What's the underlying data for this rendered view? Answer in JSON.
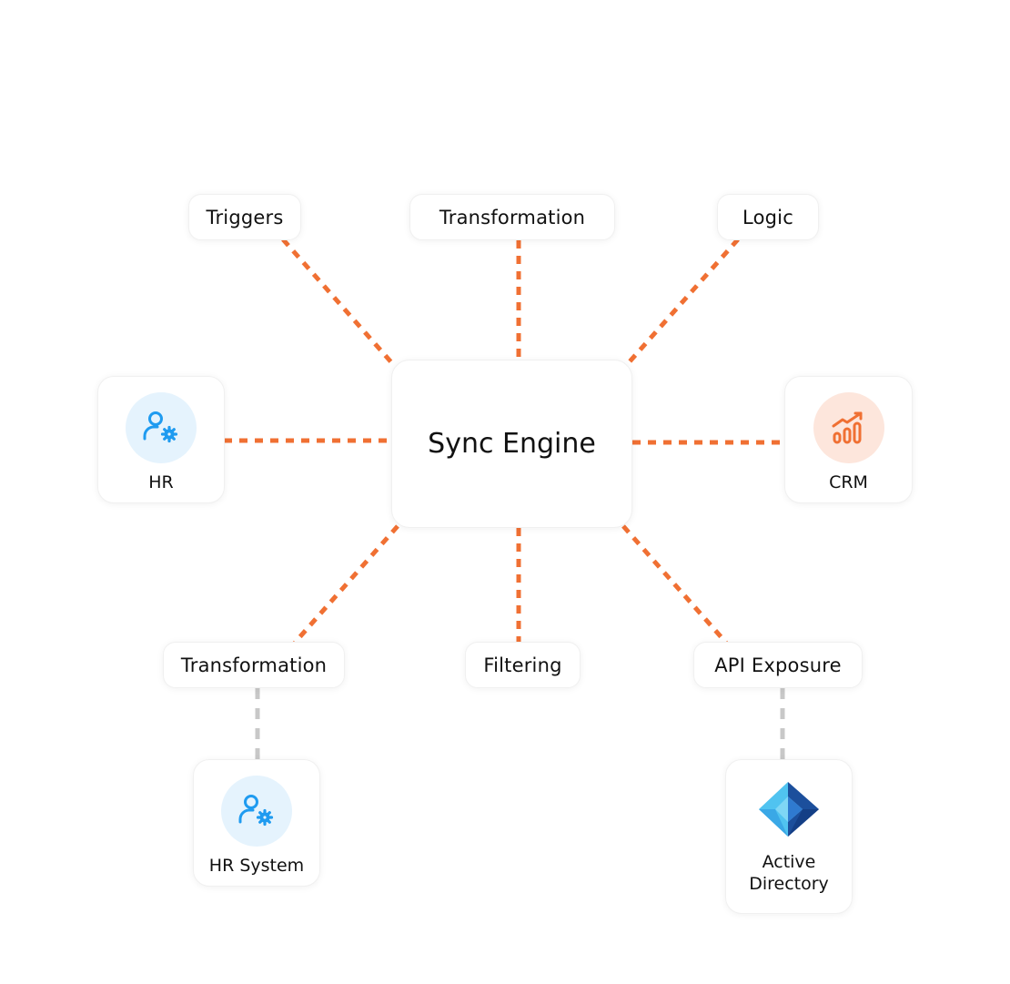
{
  "colors": {
    "connector": "#f07033",
    "connector_secondary": "#c8c8c8",
    "hr_icon": "#1f9bf0",
    "crm_icon": "#f07033"
  },
  "hub": {
    "label": "Sync Engine"
  },
  "pills": {
    "triggers": "Triggers",
    "transformation_top": "Transformation",
    "logic": "Logic",
    "transformation_bottom": "Transformation",
    "filtering": "Filtering",
    "api_exposure": "API Exposure"
  },
  "nodes": {
    "hr": {
      "label": "HR",
      "icon": "user-gear-icon"
    },
    "crm": {
      "label": "CRM",
      "icon": "bar-chart-growth-icon"
    },
    "hr_system": {
      "label": "HR System",
      "icon": "user-gear-icon"
    },
    "active_directory": {
      "label_line1": "Active",
      "label_line2": "Directory",
      "icon": "azure-active-directory-icon"
    }
  }
}
